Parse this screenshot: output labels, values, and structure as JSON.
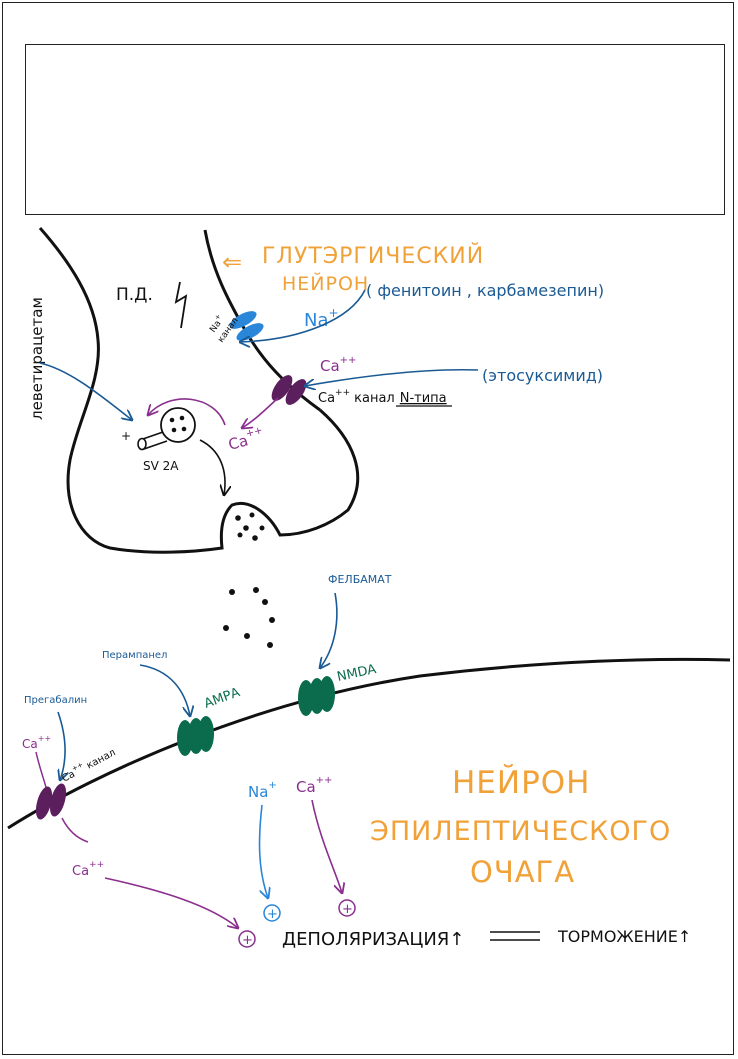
{
  "diagram": {
    "presynaptic": {
      "title_line1": "ГЛУТЭРГИЧЕСКИЙ",
      "title_line2": "НЕЙРОН",
      "arrow_glyph": "⇐",
      "action_potential": "П.Д.",
      "na_channel": {
        "ion_main": "Na",
        "ion_sup": "+",
        "word": "канал"
      },
      "na_ion": {
        "main": "Na",
        "sup": "+"
      },
      "na_drugs": "( фенитоин , карбамезепин)",
      "ca_channel_ion": {
        "main": "Ca",
        "sup": "++"
      },
      "ca_channel_label_ion": {
        "main": "Ca",
        "sup": "++"
      },
      "ca_channel_word": "канал",
      "ca_channel_type": "N-типа",
      "ca_drugs": "(этосуксимид)",
      "ca_inside": {
        "main": "Ca",
        "sup": "++"
      },
      "sv2a_label": "SV 2A",
      "plus_sign": "+",
      "levetiracetam": "леветирацетам"
    },
    "postsynaptic": {
      "felbamate": "ФЕЛБАМАТ",
      "nmda": "NMDA",
      "perampanel": "Перампанел",
      "ampa": "АМРА",
      "pregabalin": "Прегабалин",
      "ca_outside": {
        "main": "Ca",
        "sup": "++"
      },
      "ca_channel_label": {
        "main": "Ca",
        "sup": "++",
        "word": "канал"
      },
      "ca_inside": {
        "main": "Ca",
        "sup": "++"
      },
      "na_in": {
        "main": "Na",
        "sup": "+"
      },
      "ca_in": {
        "main": "Ca",
        "sup": "++"
      },
      "title_line1": "НЕЙРОН",
      "title_line2": "ЭПИЛЕПТИЧЕСКОГО",
      "title_line3": "ОЧАГА",
      "plus": "+",
      "depolarization": "ДЕПОЛЯРИЗАЦИЯ↑",
      "inhibition": "ТОРМОЖЕНИЕ↑"
    },
    "colors": {
      "ink": "#111111",
      "orange": "#f0a138",
      "blue": "#1a5a94",
      "light_blue": "#2a86d8",
      "purple": "#8a2f8e",
      "dark_purple": "#5c1f5e",
      "green": "#0b6b4d"
    }
  }
}
